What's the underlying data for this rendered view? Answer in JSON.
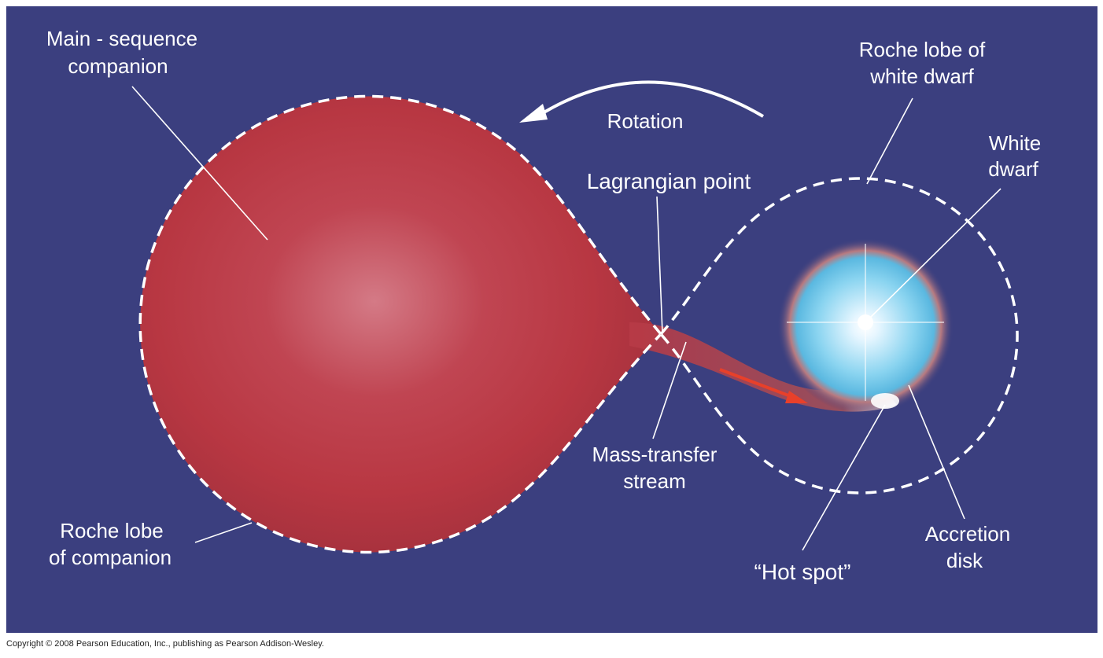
{
  "title": "Mass transfer in a close binary system",
  "colors": {
    "background": "#3b3f7f",
    "companion": "#c8404c",
    "disk": "#7fd0f0",
    "arrow": "#e8402a"
  },
  "labels": {
    "companion": [
      "Main - sequence",
      "companion"
    ],
    "rotation": "Rotation",
    "roche_wd": [
      "Roche lobe of",
      "white dwarf"
    ],
    "white_dwarf": [
      "White",
      "dwarf"
    ],
    "lagrangian": "Lagrangian point",
    "stream": [
      "Mass-transfer",
      "stream"
    ],
    "roche_companion": [
      "Roche lobe",
      "of companion"
    ],
    "hot_spot": "“Hot spot”",
    "disk": [
      "Accretion",
      "disk"
    ]
  },
  "copyright": "Copyright © 2008 Pearson Education, Inc., publishing as Pearson Addison-Wesley."
}
